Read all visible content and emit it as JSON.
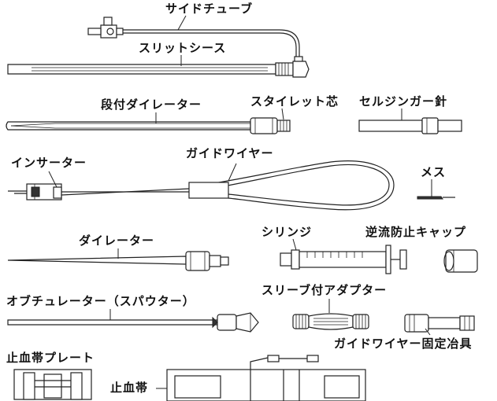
{
  "labels": {
    "side_tube": "サイドチューブ",
    "slit_sheath": "スリットシース",
    "stepped_dilator": "段付ダイレーター",
    "stylet_core": "スタイレット芯",
    "seldinger_needle": "セルジンガー針",
    "inserter": "インサーター",
    "guidewire": "ガイドワイヤー",
    "scalpel": "メス",
    "dilator": "ダイレーター",
    "syringe": "シリンジ",
    "backflow_cap": "逆流防止キャップ",
    "obturator": "オブチュレーター（スパウター）",
    "sleeve_adapter": "スリーブ付アダプター",
    "guidewire_fixture": "ガイドワイヤー固定冶具",
    "tourniquet_plate": "止血帯プレート",
    "tourniquet": "止血帯"
  }
}
